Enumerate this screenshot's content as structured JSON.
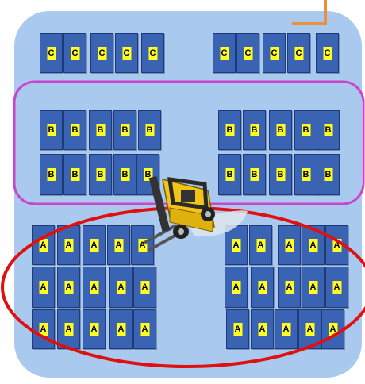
{
  "zones": [
    {
      "label": "C",
      "zone_color": null,
      "rows": [
        [
          "C",
          "C",
          "C",
          "C",
          "C",
          "C",
          "C",
          "C",
          "C",
          "C"
        ]
      ]
    },
    {
      "label": "B",
      "zone_color": "#cc44cc",
      "rows": [
        [
          "B",
          "B",
          "B",
          "B",
          "B",
          "B",
          "B",
          "B",
          "B",
          "B"
        ],
        [
          "B",
          "B",
          "B",
          "B",
          "B",
          "B",
          "B",
          "B",
          "B",
          "B"
        ]
      ]
    },
    {
      "label": "A",
      "zone_color": "#e01010",
      "rows": [
        [
          "A",
          "A",
          "A",
          "A",
          "A",
          "A",
          "A",
          "A",
          "A",
          "A"
        ],
        [
          "A",
          "A",
          "A",
          "A",
          "A",
          "A",
          "A",
          "A",
          "A",
          "A"
        ],
        [
          "A",
          "A",
          "A",
          "A",
          "A",
          "A",
          "A",
          "A",
          "A",
          "A"
        ]
      ]
    }
  ],
  "colors": {
    "floor": "#a9c9ee",
    "bin": "#3b63b3",
    "bin_label_bg": "#ffff21",
    "door_marker": "#e8913a",
    "forklift_body": "#f2c418"
  },
  "icons": [
    "forklift-icon",
    "door-marker-icon"
  ]
}
